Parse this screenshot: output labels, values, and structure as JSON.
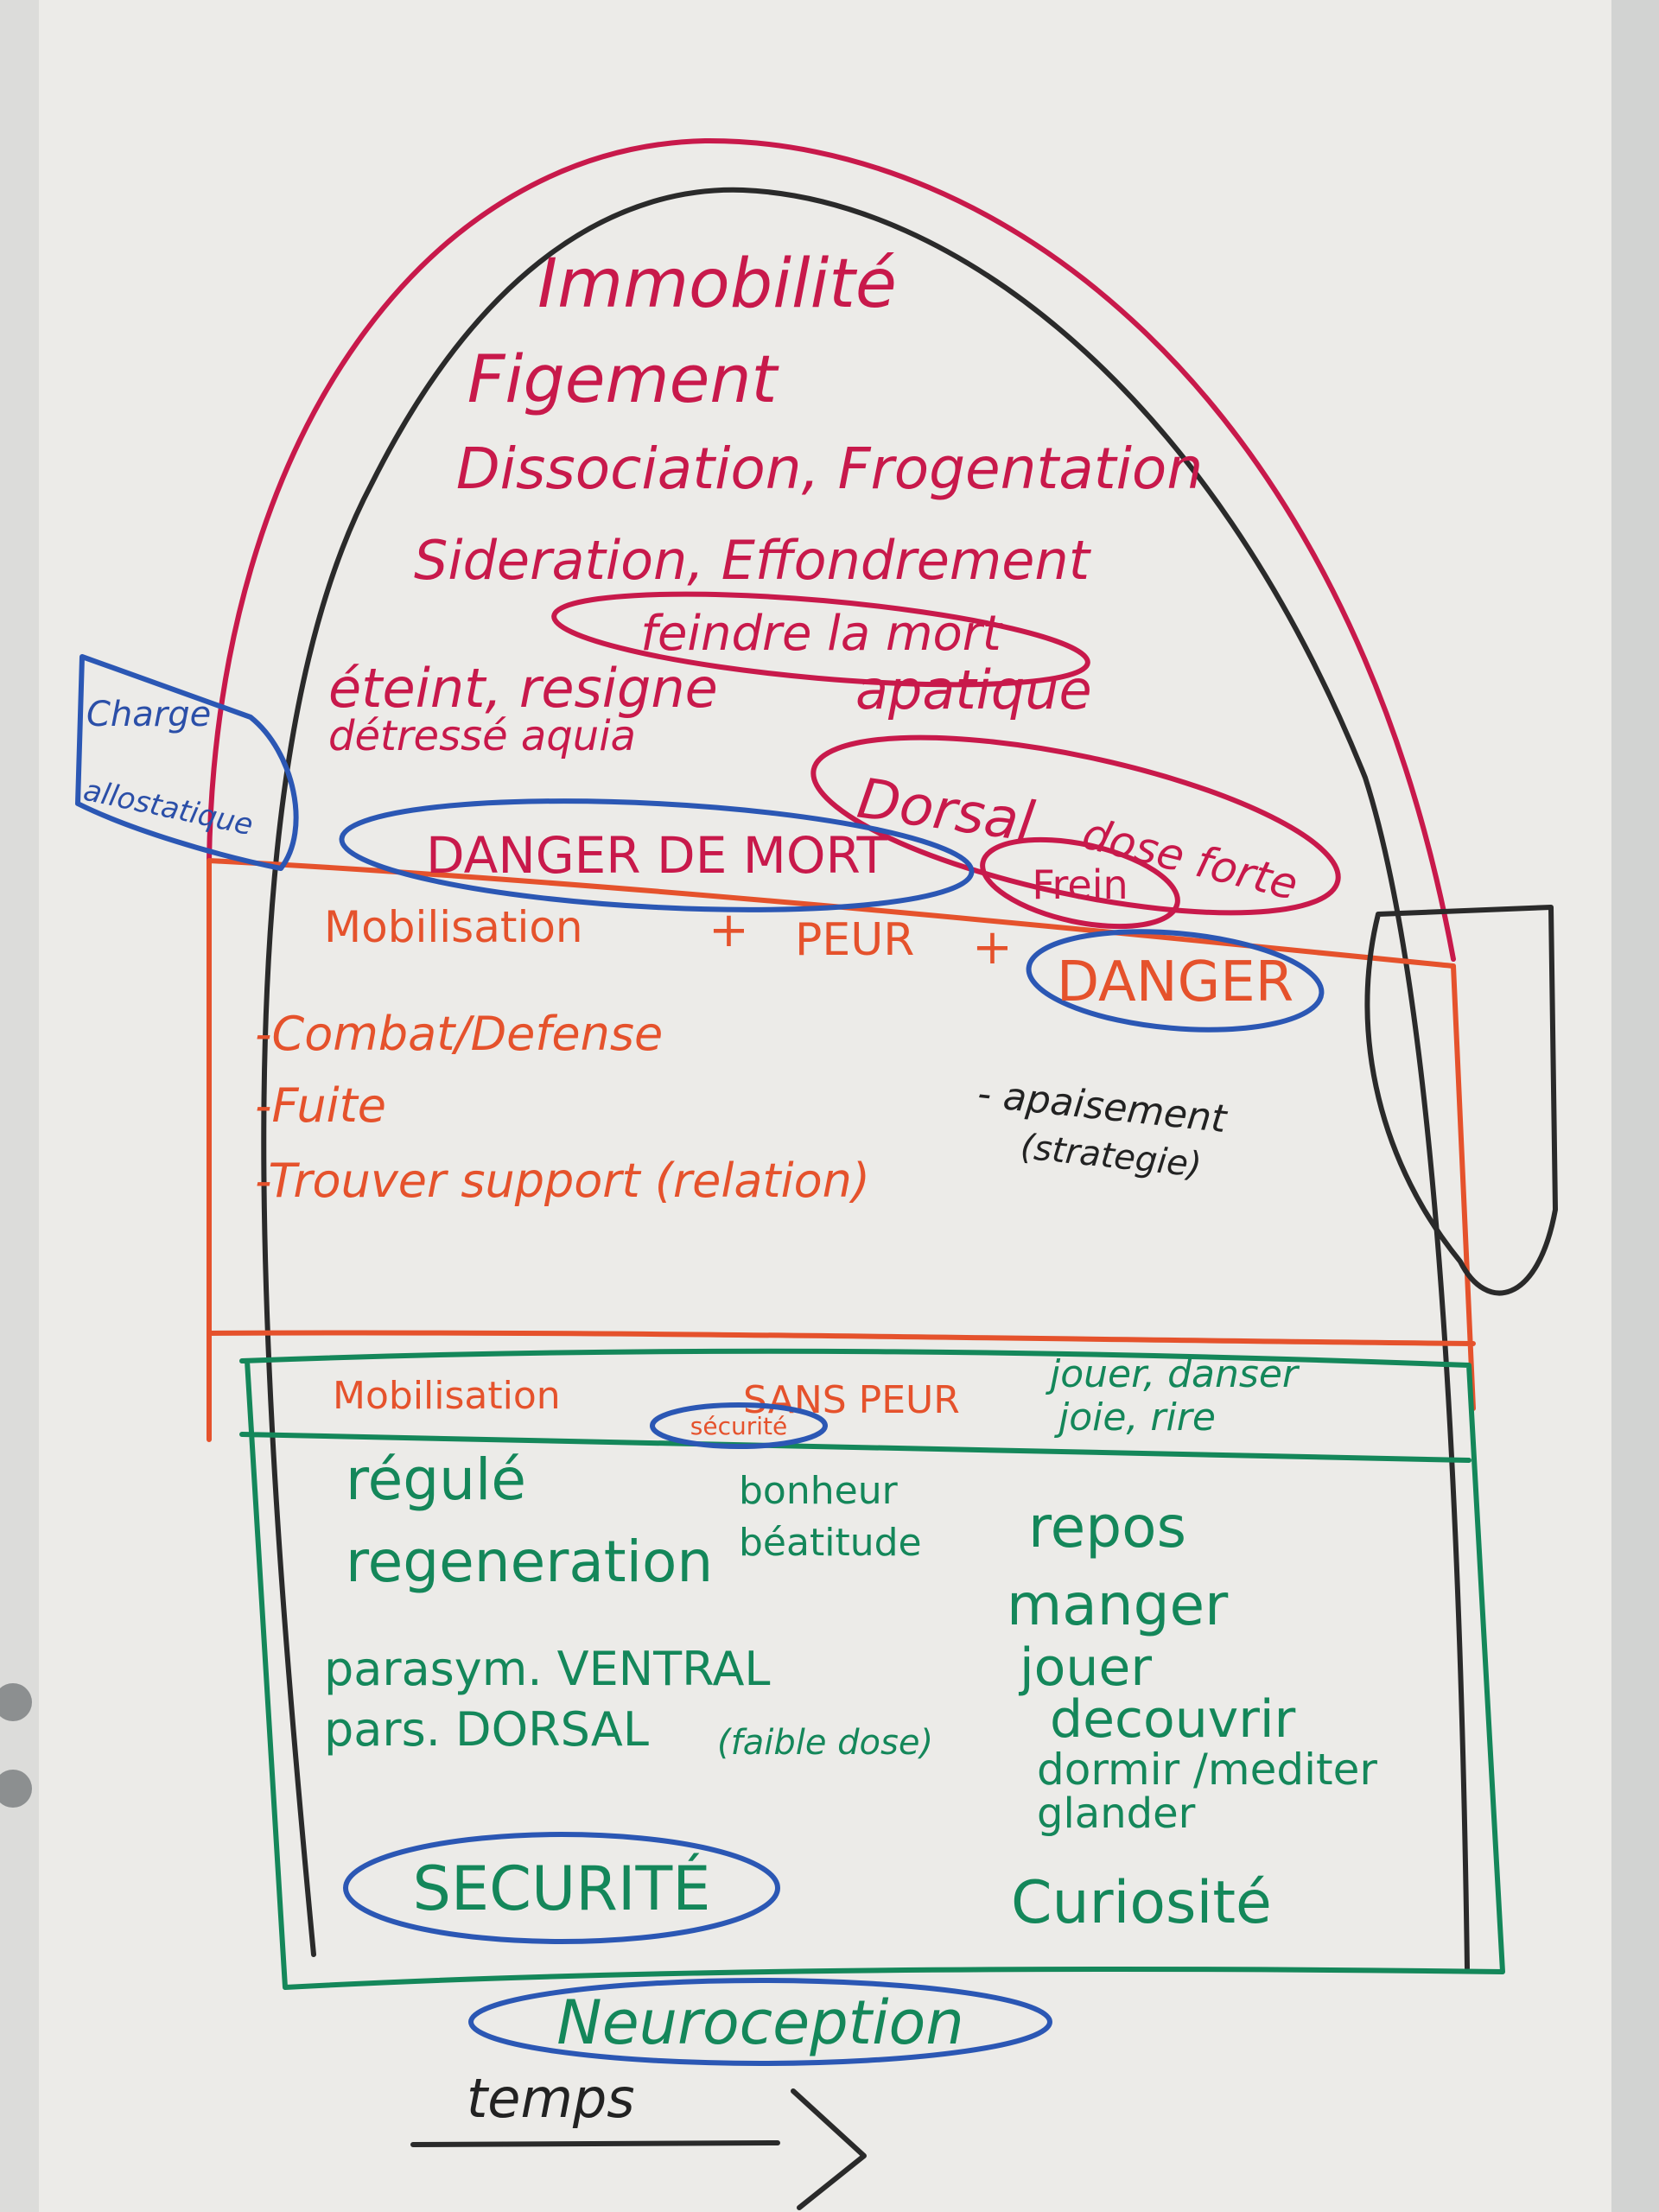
{
  "colors": {
    "paper": "#ecebe8",
    "red": "#c8194b",
    "orange": "#e5522c",
    "green": "#14875a",
    "blue": "#2b57b4",
    "black": "#2a2a2a"
  },
  "dorsal_zone": {
    "lines": [
      "Immobilité",
      "Figement",
      "Dissociation, Frogentation",
      "Sideration, Effondrement",
      "feindre la mort",
      "éteint, resigne",
      "apatique",
      "détressé aquia"
    ],
    "dorsal_label": "Dorsal",
    "dorsal_dose": "dose forte",
    "danger_de_mort": "DANGER DE MORT",
    "frein": "Frein"
  },
  "side_note": {
    "line1": "Charge",
    "line2": "allostatique"
  },
  "sympathetic_zone": {
    "mobilisation": "Mobilisation",
    "plus1": "+",
    "peur": "PEUR",
    "plus2": "+",
    "danger": "DANGER",
    "items": [
      "-Combat/Defense",
      "-Fuite",
      "-Trouver support (relation)"
    ],
    "apaisement": "- apaisement",
    "strategie": "(strategie)"
  },
  "play_band": {
    "mobilisation": "Mobilisation",
    "sans_peur": "SANS PEUR",
    "securite_small": "sécurité",
    "jouer_danser": "jouer, danser",
    "joie_rire": "joie, rire"
  },
  "ventral_zone": {
    "regule": "régulé",
    "regeneration": "regeneration",
    "bonheur": "bonheur",
    "beatitude": "béatitude",
    "parasym": "parasym. VENTRAL",
    "pars_dorsal": "pars. DORSAL",
    "faible_dose": "(faible dose)",
    "activities": [
      "repos",
      "manger",
      "jouer",
      "decouvrir",
      "dormir /mediter",
      "glander"
    ],
    "securite": "SECURITÉ",
    "curiosite": "Curiosité"
  },
  "footer": {
    "neuroception": "Neuroception",
    "temps": "temps"
  }
}
